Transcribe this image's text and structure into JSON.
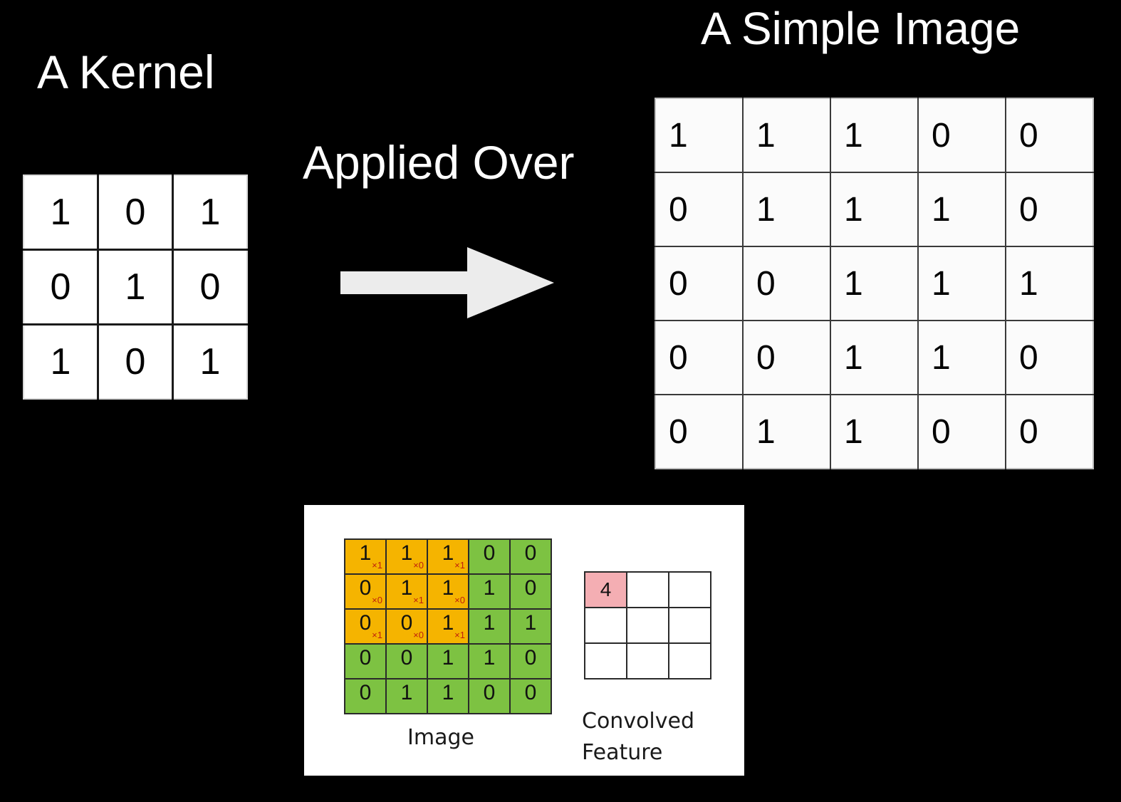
{
  "kernel": {
    "title": "A Kernel",
    "rows": [
      [
        "1",
        "0",
        "1"
      ],
      [
        "0",
        "1",
        "0"
      ],
      [
        "1",
        "0",
        "1"
      ]
    ]
  },
  "operation": {
    "label": "Applied Over",
    "arrow_icon": "right-arrow-icon",
    "arrow_color": "#ececec"
  },
  "simple_image": {
    "title": "A Simple Image",
    "rows": [
      [
        "1",
        "1",
        "1",
        "0",
        "0"
      ],
      [
        "0",
        "1",
        "1",
        "1",
        "0"
      ],
      [
        "0",
        "0",
        "1",
        "1",
        "1"
      ],
      [
        "0",
        "0",
        "1",
        "1",
        "0"
      ],
      [
        "0",
        "1",
        "1",
        "0",
        "0"
      ]
    ]
  },
  "convolution_example": {
    "image_label": "Image",
    "feature_label_line1": "Convolved",
    "feature_label_line2": "Feature",
    "colors": {
      "kernel_window": "#f5b400",
      "image_cells": "#7dc242",
      "weight_text": "#c0200c",
      "feature_highlight": "#f4aeb3"
    },
    "image_rows": [
      [
        {
          "v": "1",
          "w": "×1"
        },
        {
          "v": "1",
          "w": "×0"
        },
        {
          "v": "1",
          "w": "×1"
        },
        {
          "v": "0"
        },
        {
          "v": "0"
        }
      ],
      [
        {
          "v": "0",
          "w": "×0"
        },
        {
          "v": "1",
          "w": "×1"
        },
        {
          "v": "1",
          "w": "×0"
        },
        {
          "v": "1"
        },
        {
          "v": "0"
        }
      ],
      [
        {
          "v": "0",
          "w": "×1"
        },
        {
          "v": "0",
          "w": "×0"
        },
        {
          "v": "1",
          "w": "×1"
        },
        {
          "v": "1"
        },
        {
          "v": "1"
        }
      ],
      [
        {
          "v": "0"
        },
        {
          "v": "0"
        },
        {
          "v": "1"
        },
        {
          "v": "1"
        },
        {
          "v": "0"
        }
      ],
      [
        {
          "v": "0"
        },
        {
          "v": "1"
        },
        {
          "v": "1"
        },
        {
          "v": "0"
        },
        {
          "v": "0"
        }
      ]
    ],
    "feature_rows": [
      [
        "4",
        "",
        ""
      ],
      [
        "",
        "",
        ""
      ],
      [
        "",
        "",
        ""
      ]
    ]
  }
}
